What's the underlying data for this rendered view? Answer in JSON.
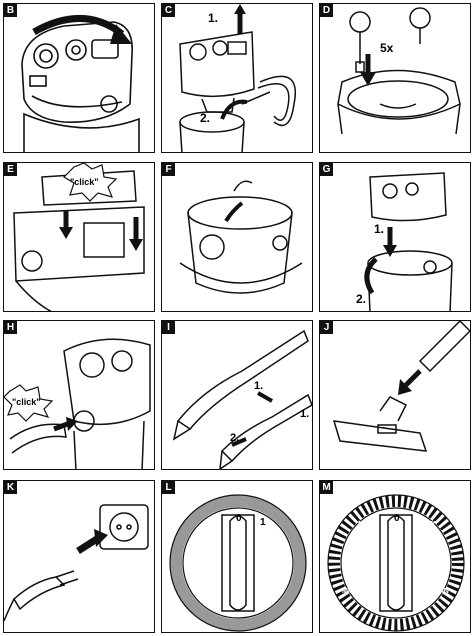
{
  "panels": {
    "B": {
      "letter": "B"
    },
    "C": {
      "letter": "C",
      "step1": "1.",
      "step2": "2."
    },
    "D": {
      "letter": "D",
      "count": "5x"
    },
    "E": {
      "letter": "E",
      "click": "\"click\""
    },
    "F": {
      "letter": "F"
    },
    "G": {
      "letter": "G",
      "step1": "1.",
      "step2": "2."
    },
    "H": {
      "letter": "H",
      "click": "\"click\""
    },
    "I": {
      "letter": "I",
      "step1": "1.",
      "step2": "2.",
      "step1b": "1."
    },
    "J": {
      "letter": "J"
    },
    "K": {
      "letter": "K"
    },
    "L": {
      "letter": "L",
      "dial_off": "0",
      "dial_on": "1"
    },
    "M": {
      "letter": "M",
      "dial_off": "0",
      "max_left": "MAX",
      "max_right": "MAX",
      "min_left": "MIN",
      "min_right": "MIN"
    }
  },
  "icons": [
    "motor-head-illustration",
    "hose-illustration",
    "arrow-icon",
    "plug-illustration",
    "socket-illustration",
    "dial-illustration"
  ]
}
